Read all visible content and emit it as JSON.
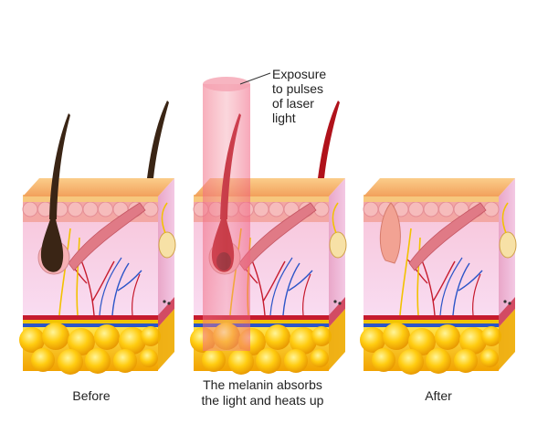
{
  "panels": {
    "before": {
      "label": "Before"
    },
    "during": {
      "label": "The melanin absorbs\nthe light and heats up"
    },
    "after": {
      "label": "After"
    }
  },
  "annotations": {
    "laser": "Exposure\nto pulses\nof laser\nlight"
  },
  "colors": {
    "skin_top": "#f6b574",
    "epidermis": "#f3a7a4",
    "dermis": "#f7d3ec",
    "fat": "#f5c000",
    "hair_before": "#3a2515",
    "hair_during": "#b0121b",
    "follicle_after": "#f2a293",
    "laser_beam": "#f1788a",
    "vein": "#2c55c8",
    "artery": "#c61b2e"
  },
  "icons": [
    "skin-block",
    "hair-follicle",
    "muscle",
    "sweat-gland",
    "blood-vessel",
    "fat-cells",
    "laser-beam"
  ]
}
